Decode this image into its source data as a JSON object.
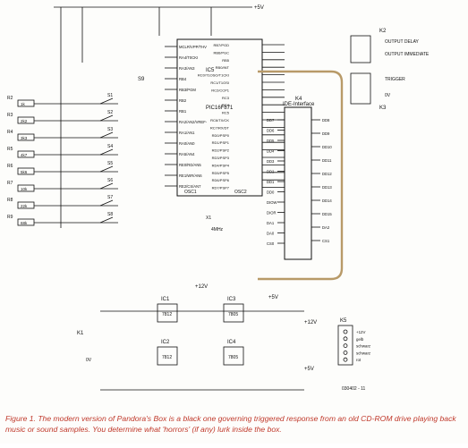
{
  "labels": {
    "vplus_top": "+5V",
    "vplus_psu_a": "+12V",
    "vplus_psu_b": "+5V",
    "vplus_k5_top": "+12V",
    "vplus_k5_bot": "+5V",
    "mcu_name": "IC5",
    "mcu_part": "PIC16F871",
    "mcu_osc1": "OSC1",
    "mcu_osc2": "OSC2",
    "ide_name": "K4",
    "ide_title": "IDE-Interface",
    "k2": "K2",
    "k3": "K3",
    "k1": "K1",
    "k5": "K5",
    "out_delay": "OUTPUT DELAY",
    "out_immediate": "OUTPUT IMMEDIATE",
    "trigger": "TRIGGER",
    "zero_v_trig": "0V",
    "zero_v_k1": "0V",
    "crystal": "X1",
    "crystal_freq": "4MHz",
    "s9": "S9",
    "part_no": "030402 - 11",
    "ic1": "IC1",
    "ic1_part": "7812",
    "ic2": "IC2",
    "ic2_part": "7812",
    "ic3": "IC3",
    "ic3_part": "7805",
    "ic4": "IC4",
    "ic4_part": "7805",
    "k5_pins": [
      "+12V",
      "gelb",
      "schwarz",
      "schwarz",
      "rot"
    ],
    "k5_pin_5v": "+5V",
    "resistors_left": [
      "R2",
      "R3",
      "R4",
      "R5",
      "R6",
      "R7",
      "R8",
      "R9"
    ],
    "resistor_values": [
      "1k",
      "2k2",
      "3k3",
      "4k7",
      "5k6",
      "10k",
      "22k",
      "68k"
    ],
    "switches": [
      "S1",
      "S2",
      "S3",
      "S4",
      "S5",
      "S6",
      "S7",
      "S8"
    ],
    "mcu_pins_left": [
      "MCLR/VPP/THV",
      "RA4/T0CKI",
      "RA3/AN3",
      "RB4",
      "RB3/PGM",
      "RB2",
      "RB1",
      "RA2/AN2/VREF-",
      "RA1/AN1",
      "RA0/AN0",
      "RA5/AN4",
      "RE0/RD/AN5",
      "RE1/WR/AN6",
      "RE2/CS/AN7"
    ],
    "mcu_pins_right": [
      "RB7/PGD",
      "RB6/PGC",
      "RB5",
      "RB0/INT",
      "RC0/T1OSO/T1CKI",
      "RC1/T1OSI",
      "RC2/CCP1",
      "RC3",
      "RC4",
      "RC5",
      "RC6/TX/CK",
      "RC7/RX/DT",
      "RD0/PSP0",
      "RD1/PSP1",
      "RD2/PSP2",
      "RD3/PSP3",
      "RD4/PSP4",
      "RD5/PSP5",
      "RD6/PSP6",
      "RD7/PSP7"
    ],
    "ide_left": [
      "DD7",
      "DD6",
      "DD5",
      "DD4",
      "DD3",
      "DD2",
      "DD1",
      "DD0",
      "DIOW",
      "DIOR",
      "DA1",
      "DA0",
      "CS0"
    ],
    "ide_right": [
      "DD8",
      "DD9",
      "DD10",
      "DD11",
      "DD12",
      "DD13",
      "DD14",
      "DD15",
      "DA2",
      "CS1"
    ],
    "caption_figure": "Figure 1.",
    "caption_text": "The modern version of Pandora's Box is a black one governing triggered response from an old CD-ROM drive playing back music or sound samples. You determine what 'horrors' (if any) lurk inside the box."
  }
}
